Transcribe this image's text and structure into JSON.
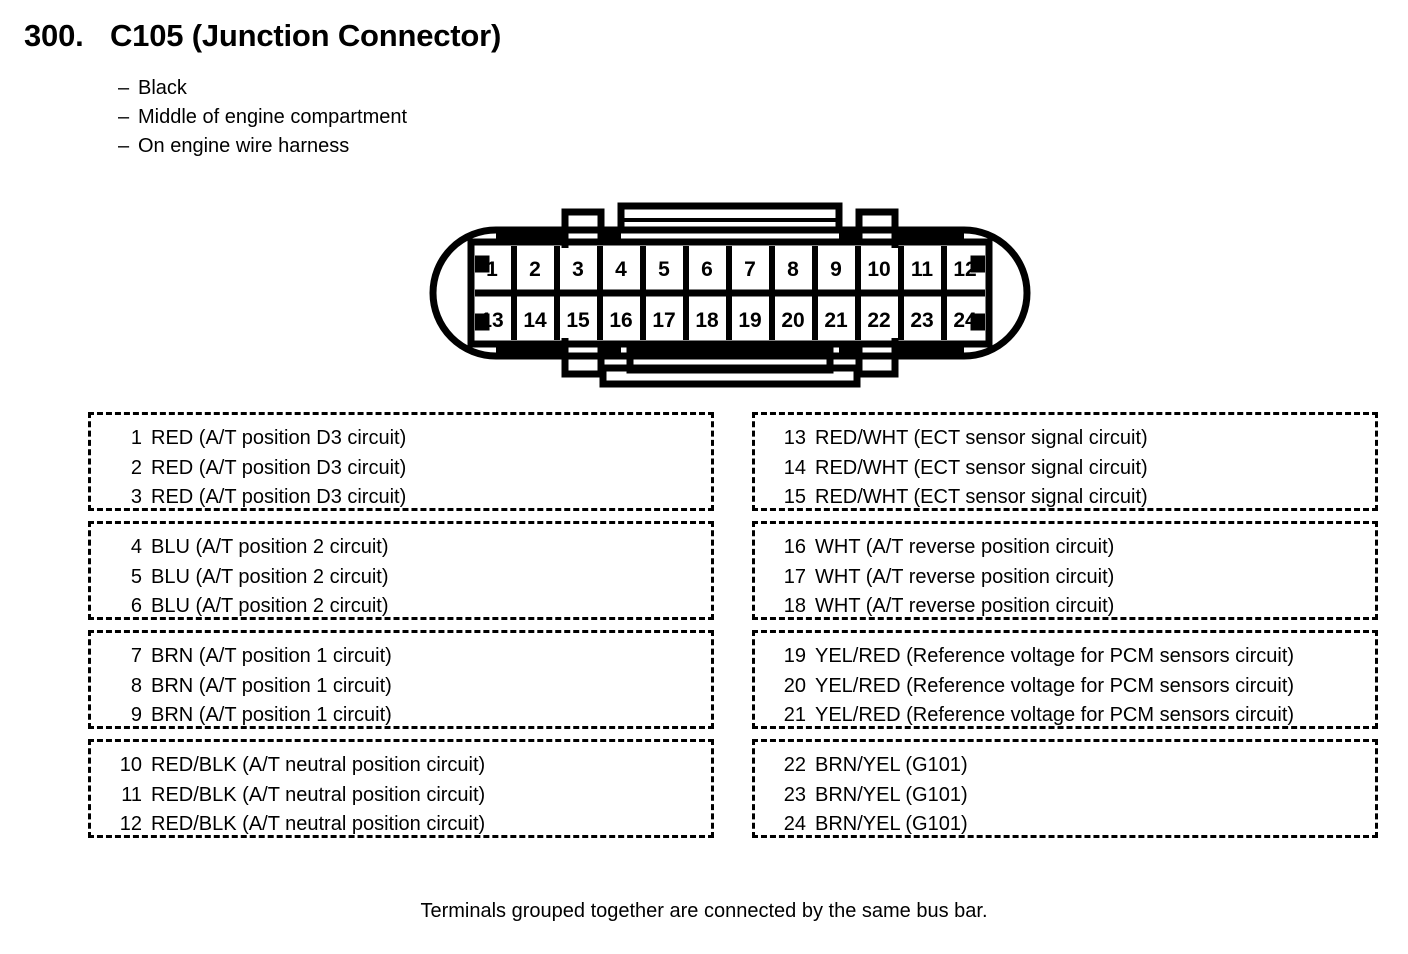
{
  "header": {
    "number": "300.",
    "title": "C105 (Junction Connector)",
    "bullets": [
      "Black",
      "Middle of engine compartment",
      "On engine wire harness"
    ],
    "bullet_marker": "–"
  },
  "connector": {
    "name": "C105",
    "pin_count": 24,
    "rows": [
      [
        "1",
        "2",
        "3",
        "4",
        "5",
        "6",
        "7",
        "8",
        "9",
        "10",
        "11",
        "12"
      ],
      [
        "13",
        "14",
        "15",
        "16",
        "17",
        "18",
        "19",
        "20",
        "21",
        "22",
        "23",
        "24"
      ]
    ],
    "color": "#000000"
  },
  "pin_groups_left": [
    {
      "rows": [
        {
          "pin": "1",
          "desc": "RED (A/T position D3 circuit)"
        },
        {
          "pin": "2",
          "desc": "RED (A/T position D3 circuit)"
        },
        {
          "pin": "3",
          "desc": "RED (A/T position D3 circuit)"
        }
      ]
    },
    {
      "rows": [
        {
          "pin": "4",
          "desc": "BLU (A/T position 2 circuit)"
        },
        {
          "pin": "5",
          "desc": "BLU (A/T position 2 circuit)"
        },
        {
          "pin": "6",
          "desc": "BLU (A/T position 2 circuit)"
        }
      ]
    },
    {
      "rows": [
        {
          "pin": "7",
          "desc": "BRN (A/T position 1 circuit)"
        },
        {
          "pin": "8",
          "desc": "BRN (A/T position 1 circuit)"
        },
        {
          "pin": "9",
          "desc": "BRN (A/T position 1 circuit)"
        }
      ]
    },
    {
      "rows": [
        {
          "pin": "10",
          "desc": "RED/BLK (A/T neutral position circuit)"
        },
        {
          "pin": "11",
          "desc": "RED/BLK (A/T neutral position circuit)"
        },
        {
          "pin": "12",
          "desc": "RED/BLK (A/T neutral position circuit)"
        }
      ]
    }
  ],
  "pin_groups_right": [
    {
      "rows": [
        {
          "pin": "13",
          "desc": "RED/WHT (ECT sensor signal circuit)"
        },
        {
          "pin": "14",
          "desc": "RED/WHT (ECT sensor signal circuit)"
        },
        {
          "pin": "15",
          "desc": "RED/WHT (ECT sensor signal circuit)"
        }
      ]
    },
    {
      "rows": [
        {
          "pin": "16",
          "desc": "WHT (A/T reverse position circuit)"
        },
        {
          "pin": "17",
          "desc": "WHT (A/T reverse position circuit)"
        },
        {
          "pin": "18",
          "desc": "WHT (A/T reverse position circuit)"
        }
      ]
    },
    {
      "rows": [
        {
          "pin": "19",
          "desc": "YEL/RED (Reference voltage for PCM sensors circuit)"
        },
        {
          "pin": "20",
          "desc": "YEL/RED (Reference voltage for PCM sensors circuit)"
        },
        {
          "pin": "21",
          "desc": "YEL/RED (Reference voltage for PCM sensors circuit)"
        }
      ]
    },
    {
      "rows": [
        {
          "pin": "22",
          "desc": "BRN/YEL (G101)"
        },
        {
          "pin": "23",
          "desc": "BRN/YEL (G101)"
        },
        {
          "pin": "24",
          "desc": "BRN/YEL (G101)"
        }
      ]
    }
  ],
  "footer": {
    "note": "Terminals grouped together are connected by the same bus bar."
  }
}
